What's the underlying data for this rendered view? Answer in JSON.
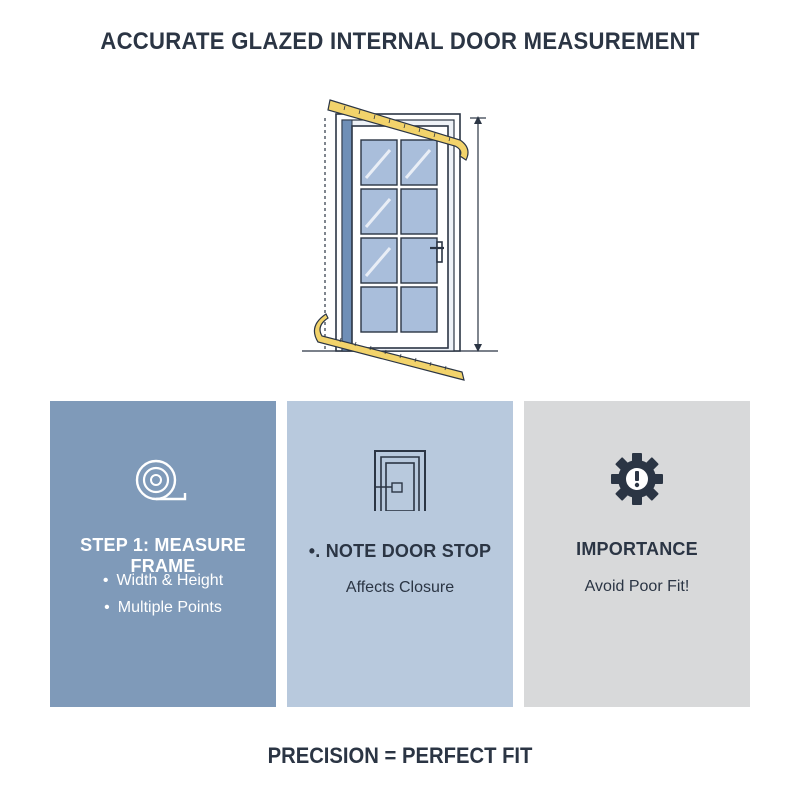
{
  "title": "ACCURATE GLAZED INTERNAL DOOR MEASUREMENT",
  "panels": [
    {
      "heading": "STEP 1: MEASURE FRAME",
      "bullets": [
        "Width & Height",
        "Multiple Points"
      ],
      "icon": "tape-measure-icon",
      "background": "#7f9ab9"
    },
    {
      "heading": "•. NOTE DOOR STOP",
      "text": "Affects Closure",
      "icon": "door-stop-icon",
      "background": "#b8c9dd"
    },
    {
      "heading": "IMPORTANCE",
      "text": "Avoid Poor Fit!",
      "icon": "gear-alert-icon",
      "background": "#d8d9da"
    }
  ],
  "footer": "PRECISION = PERFECT FIT",
  "colors": {
    "text": "#2b3544",
    "tape": "#f2d36b",
    "glass": "#a9bedb"
  }
}
